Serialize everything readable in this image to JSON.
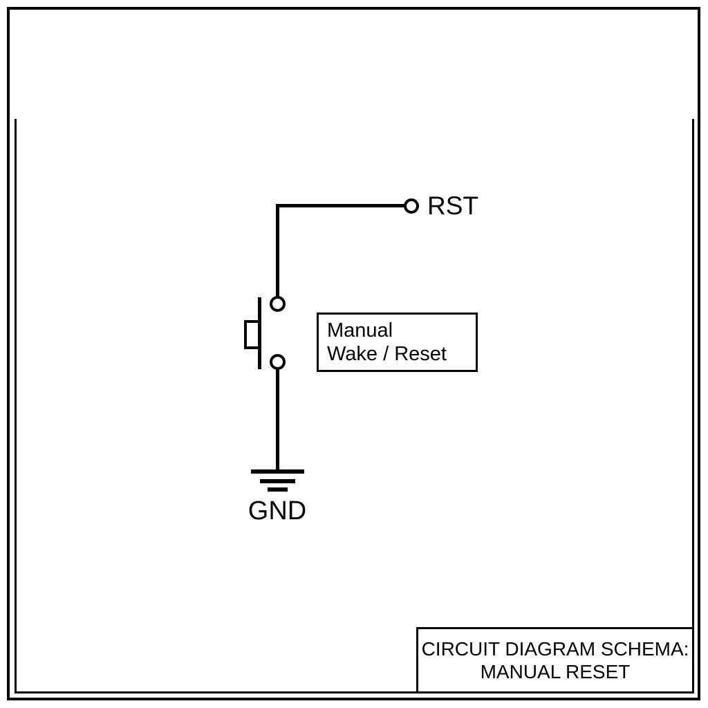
{
  "page": {
    "background_color": "#ffffff",
    "line_color": "#000000"
  },
  "schematic": {
    "rst_label": "RST",
    "gnd_label": "GND",
    "component_label": {
      "line1": "Manual",
      "line2": "Wake / Reset"
    },
    "symbols": {
      "rst_terminal": "open-terminal-circle",
      "switch": "pushbutton-switch-symbol",
      "ground": "ground-symbol"
    }
  },
  "title_block": {
    "line1": "CIRCUIT DIAGRAM SCHEMA:",
    "line2": "MANUAL RESET"
  }
}
